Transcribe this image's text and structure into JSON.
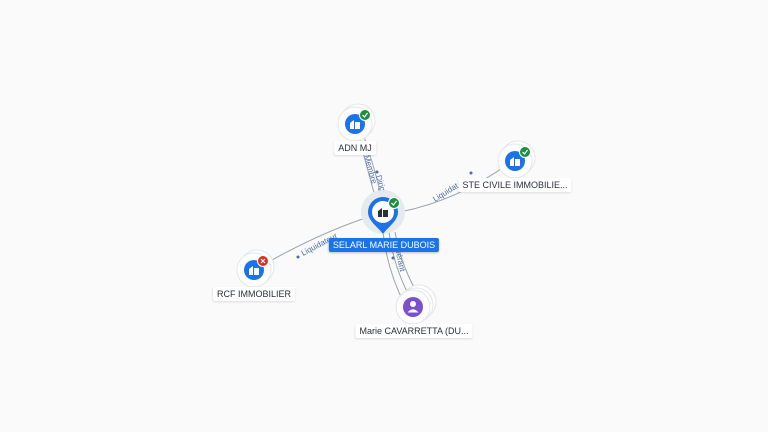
{
  "colors": {
    "edge": "#9aa3ad",
    "edge_label": "#4a6fa5",
    "company_icon_bg": "#1a73e8",
    "person_icon_bg": "#7b4fd1",
    "status_active": "#1e8e3e",
    "status_closed": "#d93025",
    "primary_label_bg": "#1a73e8"
  },
  "nodes": {
    "center": {
      "label": "SELARL MARIE DUBOIS",
      "icon": "building-icon",
      "status": "active"
    },
    "adn": {
      "label": "ADN MJ",
      "icon": "building-icon",
      "status": "active"
    },
    "ste": {
      "label": "STE CIVILE IMMOBILIE...",
      "icon": "building-icon",
      "status": "active"
    },
    "rcf": {
      "label": "RCF IMMOBILIER",
      "icon": "building-icon",
      "status": "closed"
    },
    "marie": {
      "label": "Marie CAVARRETTA (DU...",
      "icon": "person-icon",
      "status": "none"
    }
  },
  "edges": {
    "adn_membre": "Membre",
    "adn_dirigeant": "Dirig",
    "ste_liquidateur": "Liquidat",
    "rcf_liquidateur": "Liquidateur",
    "marie_gerant": "Gérant"
  }
}
